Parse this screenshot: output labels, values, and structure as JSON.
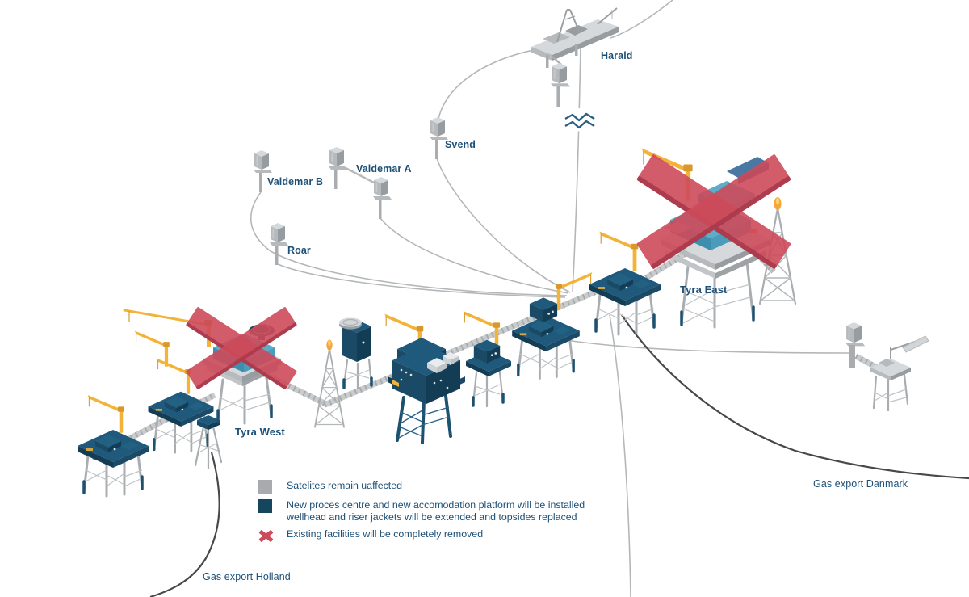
{
  "labels": {
    "harald": "Harald",
    "svend": "Svend",
    "valdemar_a": "Valdemar A",
    "valdemar_b": "Valdemar B",
    "roar": "Roar",
    "tyra_east": "Tyra East",
    "tyra_west": "Tyra West",
    "gas_export_danmark": "Gas export Danmark",
    "gas_export_holland": "Gas export Holland"
  },
  "legend": {
    "satellites_label": "Satelites remain uaffected",
    "new_process_line1": "New proces centre and new accomodation platform will be installed",
    "new_process_line2": "wellhead and riser jackets will be extended and topsides replaced",
    "removed_label": "Existing facilities will be completely removed"
  },
  "colors": {
    "platform_navy": "#1b4a66",
    "topside_blue": "#5badca",
    "satellite_gray": "#a8abae",
    "crane_yellow": "#f2b338",
    "removal_red": "#cd4a5a",
    "label_text": "#1d5078",
    "pipeline_dark": "#46484a",
    "tieback_line": "#b4b7b9"
  }
}
